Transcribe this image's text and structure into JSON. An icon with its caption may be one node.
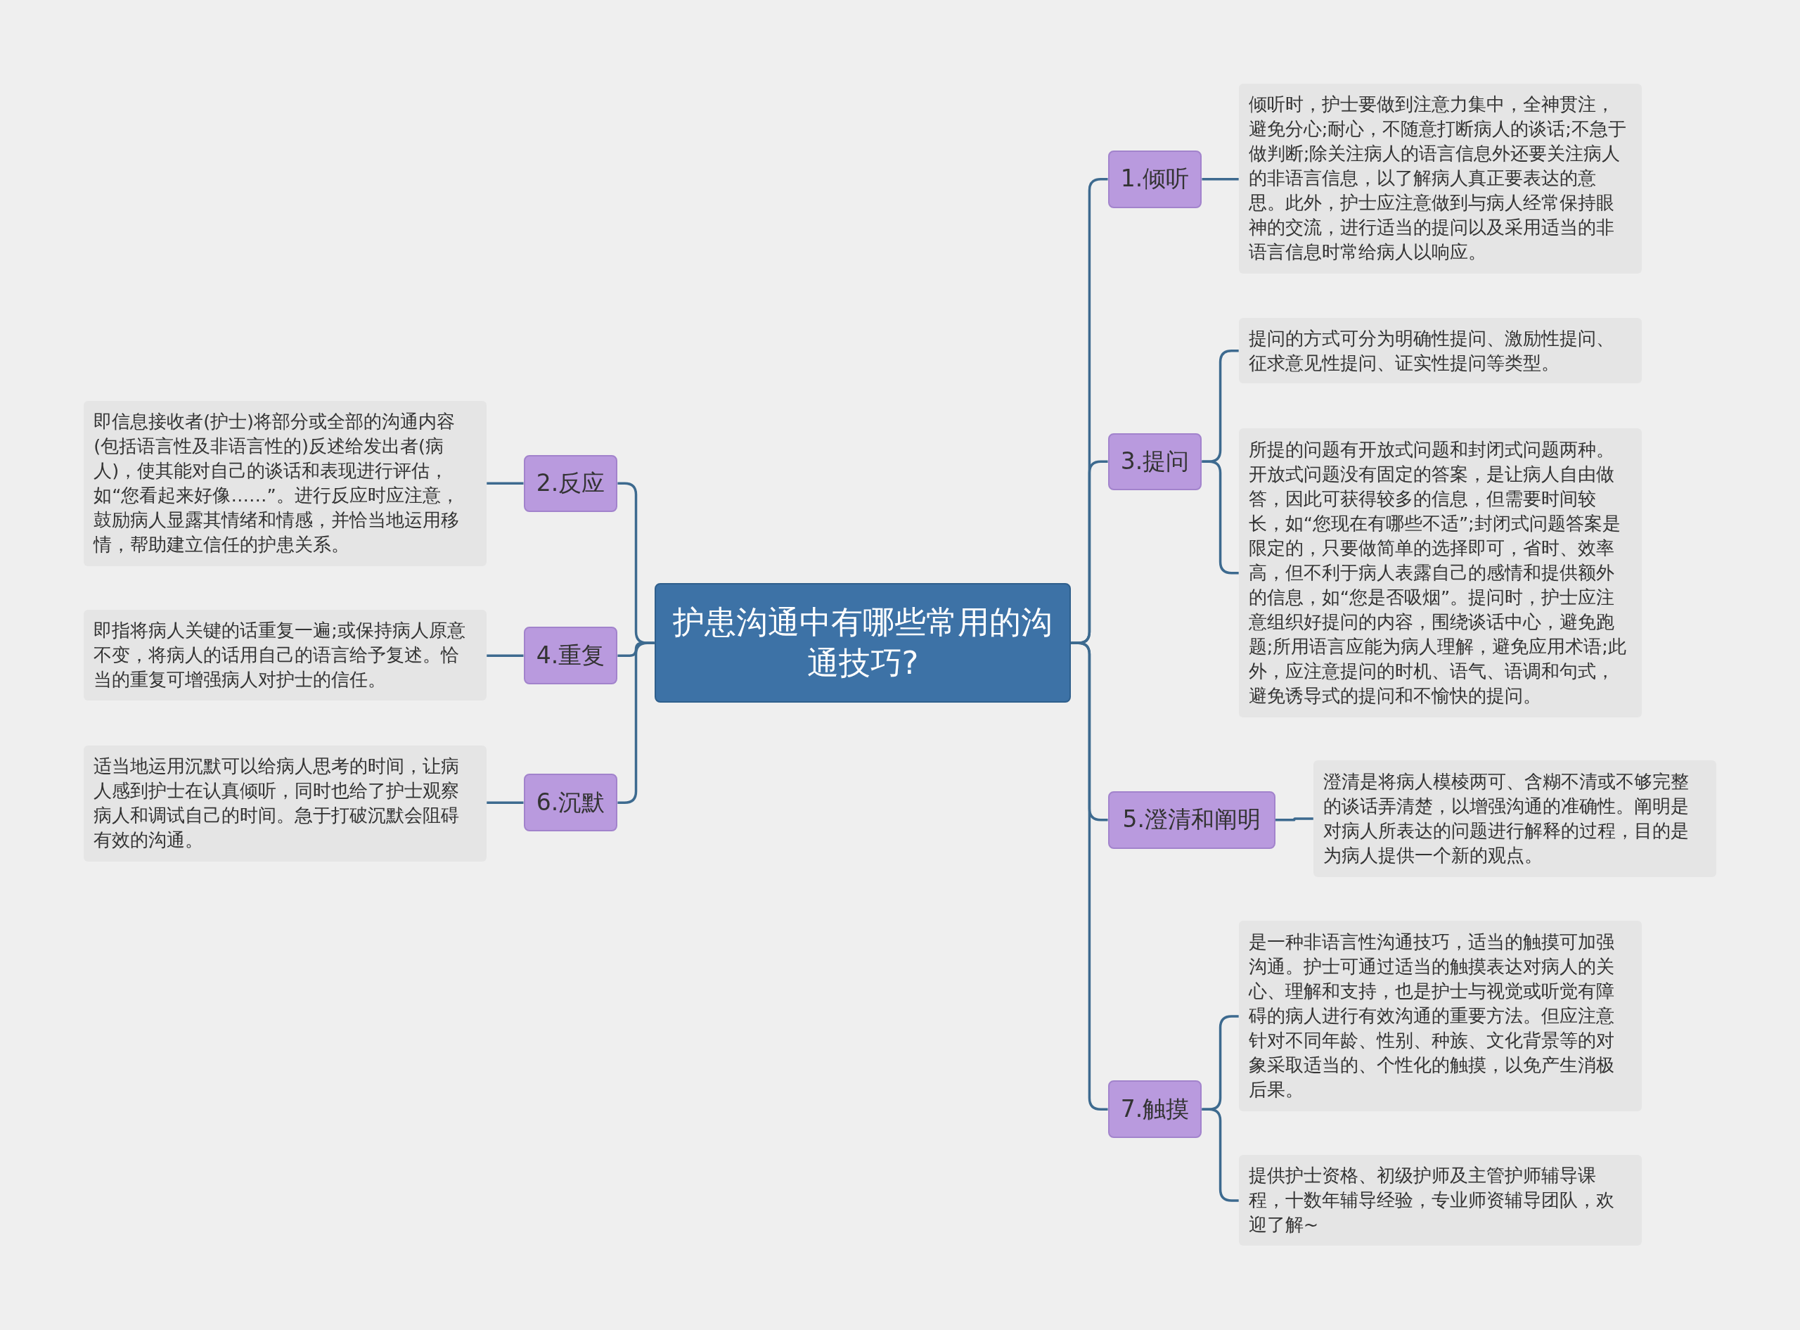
{
  "diagram": {
    "nodes": [
      {
        "text": [
          "护患沟通中有哪些常用的沟通技巧?"
        ]
      },
      {
        "text": [
          "1.倾听"
        ]
      },
      {
        "text": [
          "倾听时，护士要做到注意力集中，全神贯注，避免分心;耐心，不随意打断病人的谈话;不急于做判断;除关注病人的语言信息外还要关注病人的非语言信息，以了解病人真正要表达的意思。此外，护士应注意做到与病人经常保持眼神的交流，进行适当的提问以及采用适当的非语言信息时常给病人以响应。"
        ]
      },
      {
        "text": [
          "3.提问"
        ]
      },
      {
        "text": [
          "提问的方式可分为明确性提问、激励性提问、征求意见性提问、证实性提问等类型。"
        ]
      },
      {
        "text": [
          "所提的问题有开放式问题和封闭式问题两种。开放式问题没有固定的答案，是让病人自由做答，因此可获得较多的信息，但需要时间较长，如“您现在有哪些不适”;封闭式问题答案是限定的，只要做简单的选择即可，省时、效率高，但不利于病人表露自己的感情和提供额外的信息，如“您是否吸烟”。提问时，护士应注意组织好提问的内容，围绕谈话中心，避免跑题;所用语言应能为病人理解，避免应用术语;此外，应注意提问的时机、语气、语调和句式，避免诱导式的提问和不愉快的提问。"
        ]
      },
      {
        "text": [
          "5.澄清和阐明"
        ]
      },
      {
        "text": [
          "澄清是将病人模棱两可、含糊不清或不够完整的谈话弄清楚，以增强沟通的准确性。阐明是对病人所表达的问题进行解释的过程，目的是为病人提供一个新的观点。"
        ]
      },
      {
        "text": [
          "7.触摸"
        ]
      },
      {
        "text": [
          "是一种非语言性沟通技巧，适当的触摸可加强沟通。护士可通过适当的触摸表达对病人的关心、理解和支持，也是护士与视觉或听觉有障碍的病人进行有效沟通的重要方法。但应注意针对不同年龄、性别、种族、文化背景等的对象采取适当的、个性化的触摸，以免产生消极后果。"
        ]
      },
      {
        "text": [
          "提供护士资格、初级护师及主管护师辅导课程，十数年辅导经验，专业师资辅导团队，欢迎了解~"
        ]
      },
      {
        "text": [
          "2.反应"
        ]
      },
      {
        "text": [
          "即信息接收者(护士)将部分或全部的沟通内容(包括语言性及非语言性的)反述给发出者(病人)，使其能对自己的谈话和表现进行评估，如“您看起来好像……”。进行反应时应注意，鼓励病人显露其情绪和情感，并恰当地运用移情，帮助建立信任的护患关系。"
        ]
      },
      {
        "text": [
          "4.重复"
        ]
      },
      {
        "text": [
          "即指将病人关键的话重复一遍;或保持病人原意不变，将病人的话用自己的语言给予复述。恰当的重复可增强病人对护士的信任。"
        ]
      },
      {
        "text": [
          "6.沉默"
        ]
      },
      {
        "text": [
          "适当地运用沉默可以给病人思考的时间，让病人感到护士在认真倾听，同时也给了护士观察病人和调试自己的时间。急于打破沉默会阻碍有效的沟通。"
        ]
      }
    ],
    "edges": [
      {
        "from": 0,
        "to": 1,
        "arrow": "none"
      },
      {
        "from": 1,
        "to": 2,
        "arrow": "none"
      },
      {
        "from": 0,
        "to": 3,
        "arrow": "none"
      },
      {
        "from": 3,
        "to": 4,
        "arrow": "none"
      },
      {
        "from": 3,
        "to": 5,
        "arrow": "none"
      },
      {
        "from": 0,
        "to": 6,
        "arrow": "none"
      },
      {
        "from": 6,
        "to": 7,
        "arrow": "none"
      },
      {
        "from": 0,
        "to": 8,
        "arrow": "none"
      },
      {
        "from": 8,
        "to": 9,
        "arrow": "none"
      },
      {
        "from": 8,
        "to": 10,
        "arrow": "none"
      },
      {
        "from": 0,
        "to": 11,
        "arrow": "none"
      },
      {
        "from": 11,
        "to": 12,
        "arrow": "none"
      },
      {
        "from": 0,
        "to": 13,
        "arrow": "none"
      },
      {
        "from": 13,
        "to": 14,
        "arrow": "none"
      },
      {
        "from": 0,
        "to": 15,
        "arrow": "none"
      },
      {
        "from": 15,
        "to": 16,
        "arrow": "none"
      }
    ]
  }
}
